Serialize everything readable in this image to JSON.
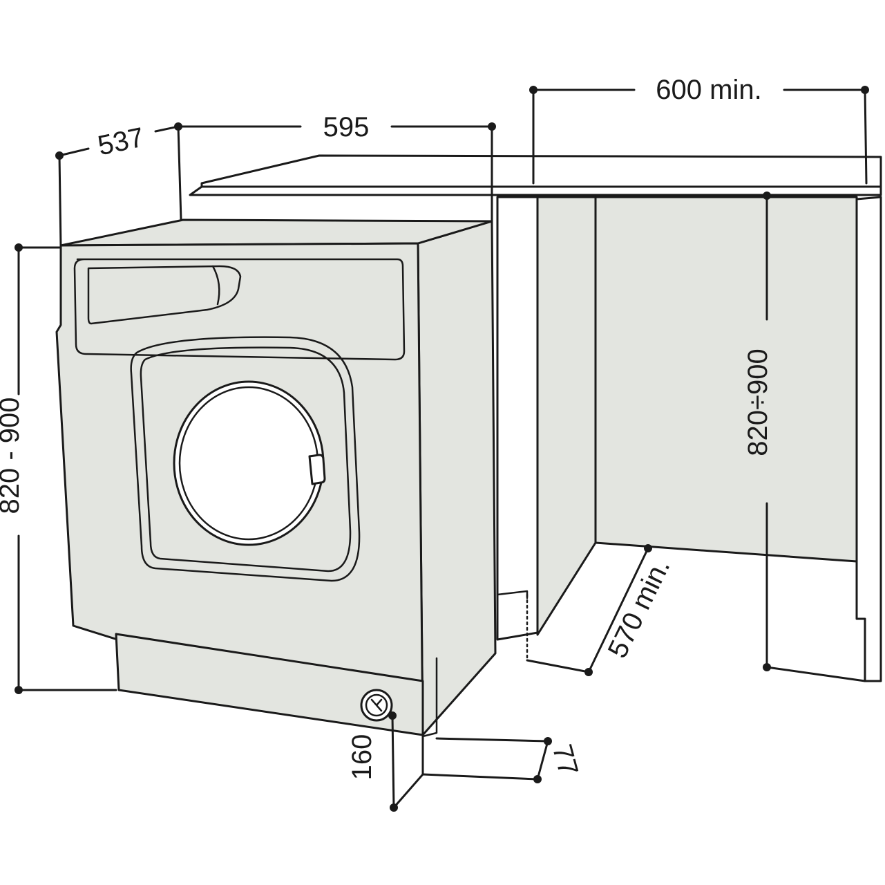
{
  "dimensions": {
    "depth": "537",
    "width": "595",
    "niche_width": "600 min.",
    "height_machine": "820 - 900",
    "height_niche": "820÷900",
    "niche_depth": "570 min.",
    "hose_height": "160",
    "hose_offset": "77"
  }
}
